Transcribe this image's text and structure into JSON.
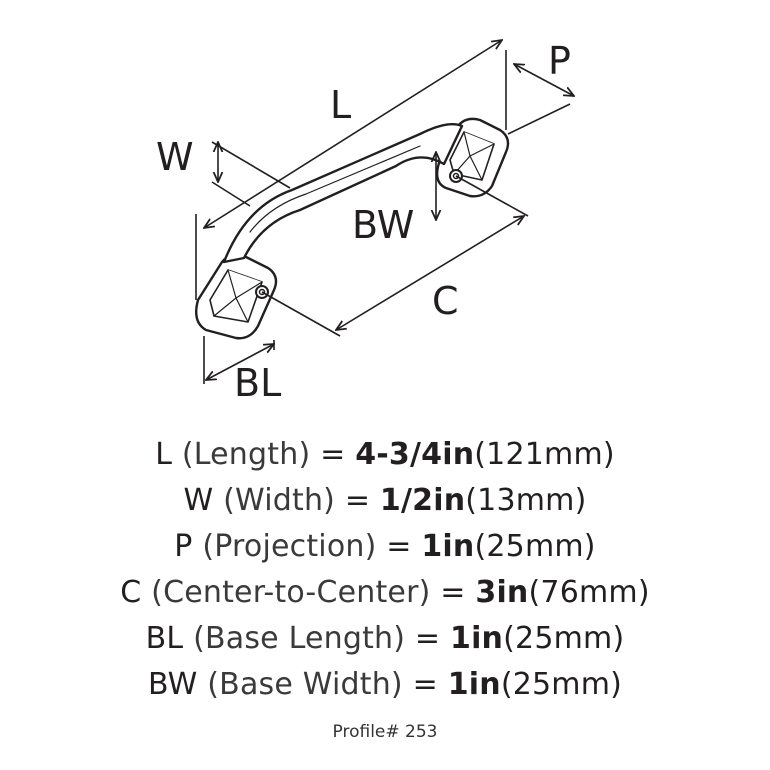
{
  "diagram": {
    "labels": {
      "L": "L",
      "W": "W",
      "P": "P",
      "BW": "BW",
      "C": "C",
      "BL": "BL"
    }
  },
  "specs": [
    {
      "code": "L",
      "label": "(Length)",
      "eq": "=",
      "imperial": "4-3/4in",
      "metric": "(121mm)"
    },
    {
      "code": "W",
      "label": "(Width)",
      "eq": "=",
      "imperial": "1/2in",
      "metric": "(13mm)"
    },
    {
      "code": "P",
      "label": "(Projection)",
      "eq": "=",
      "imperial": "1in",
      "metric": "(25mm)"
    },
    {
      "code": "C",
      "label": "(Center-to-Center)",
      "eq": "=",
      "imperial": "3in",
      "metric": "(76mm)"
    },
    {
      "code": "BL",
      "label": "(Base Length)",
      "eq": "=",
      "imperial": "1in",
      "metric": "(25mm)"
    },
    {
      "code": "BW",
      "label": "(Base Width)",
      "eq": "=",
      "imperial": "1in",
      "metric": "(25mm)"
    }
  ],
  "profile": "Profile# 253"
}
